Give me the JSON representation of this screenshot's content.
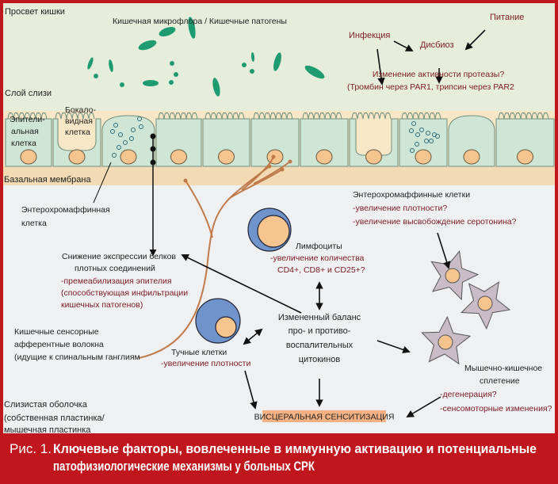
{
  "lumen": {
    "label": "Просвет кишки",
    "microflora": "Кишечная микрофлора / Кишечные патогены",
    "nutrition": "Питание",
    "infection": "Инфекция",
    "dysbiosis": "Дисбиоз",
    "protease_1": "Изменение активности протеазы?",
    "protease_2": "(Тромбин через PAR1, трипсин через PAR2"
  },
  "mucus_layer": "Слой слизи",
  "epithelial_cell": [
    "Эпители-",
    "альная",
    "клетка"
  ],
  "goblet_cell": [
    "Бокало-",
    "видная",
    "клетка"
  ],
  "basal_membrane": "Базальная мембрана",
  "ec_cell": [
    "Энтерохромаффинная",
    "клетка"
  ],
  "tight_junctions": [
    "Снижение экспрессии белков",
    "плотных соединений",
    "-премеабилизация эпителия",
    "(способствующая инфильтрации",
    "кишечных патогенов)"
  ],
  "lymphocytes": [
    "Лимфоциты",
    "-увеличение количества",
    "CD4+, CD8+ и CD25+?"
  ],
  "cytokines": [
    "Измененный баланс",
    "про- и противо-",
    "воспалительных",
    "цитокинов"
  ],
  "afferent": [
    "Кишечные сенсорные",
    "афферентные волокна",
    "(идущие к спинальным ганглиям"
  ],
  "mast_cells": [
    "Тучные клетки",
    "-увеличение плотности"
  ],
  "ec_cells": [
    "Энтерохромаффинные клетки",
    "-увеличение плотности?",
    "-увеличение высвобождение серотонина?"
  ],
  "plexus": [
    "Мышечно-кишечное",
    "сплетение",
    "-дегенерация?",
    "-сенсомоторные изменения?"
  ],
  "mucosa": [
    "Слизистая оболочка",
    "(собственная пластинка/",
    "мышечная пластинка"
  ],
  "visceral": "ВИСЦЕРАЛЬНАЯ  СЕНСИТИЗАЦИЯ",
  "caption": {
    "number": "Рис. 1.",
    "line1": "Ключевые факторы, вовлеченные в иммунную активацию и потенциальные",
    "line2": "патофизиологические механизмы у больных СРК"
  },
  "colors": {
    "frame": "#c0161d",
    "lumen": "#e6eedb",
    "mucus": "#f7e7c6",
    "cell": "#cfe6d6",
    "nucleus": "#f5c48f",
    "bacteria": "#1f9b72",
    "nerve": "#c07a4a",
    "lymph": "#6f94cc",
    "visceral": "#f4b183",
    "red_text": "#7a1a22"
  }
}
